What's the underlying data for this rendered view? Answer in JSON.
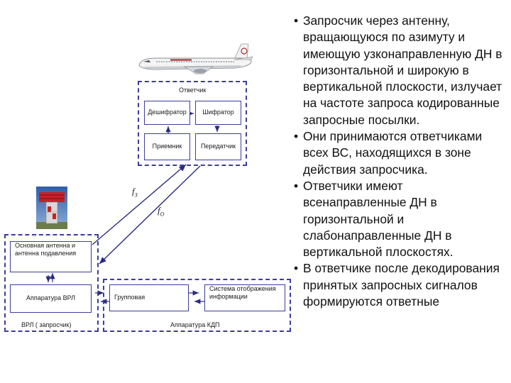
{
  "diagram": {
    "transponder": {
      "title": "Ответчик",
      "decoder": "Дешифратор",
      "encoder": "Шифратор",
      "receiver": "Приемник",
      "transmitter": "Передатчик"
    },
    "frequencies": {
      "request_symbol": "f",
      "request_sub": "З",
      "response_symbol": "f",
      "response_sub": "O"
    },
    "vrl": {
      "antenna_line1": "Основная антенна и",
      "antenna_line2": "антенна подавления",
      "equipment": "Аппаратура ВРЛ",
      "caption": "ВРЛ   ( запросчик)"
    },
    "kdp": {
      "group": "Групповая",
      "display_line1": "Система отображения",
      "display_line2": "информации",
      "caption": "Аппаратура КДП"
    }
  },
  "text": {
    "bullets": [
      " Запросчик через антенну, вращающуюся по азимуту и имеющую узконаправленную ДН в горизонтальной и широкую в вертикальной плоскости, излучает на частоте запроса кодированные запросные посылки.",
      "Они принимаются ответчиками всех ВС, находящихся в зоне действия запросчика.",
      "Ответчики имеют всенаправленные ДН в горизонтальной и слабонаправленные ДН в вертикальной плоскостях.",
      "В ответчике после декодирования принятых запросных сигналов формируются ответные"
    ]
  }
}
